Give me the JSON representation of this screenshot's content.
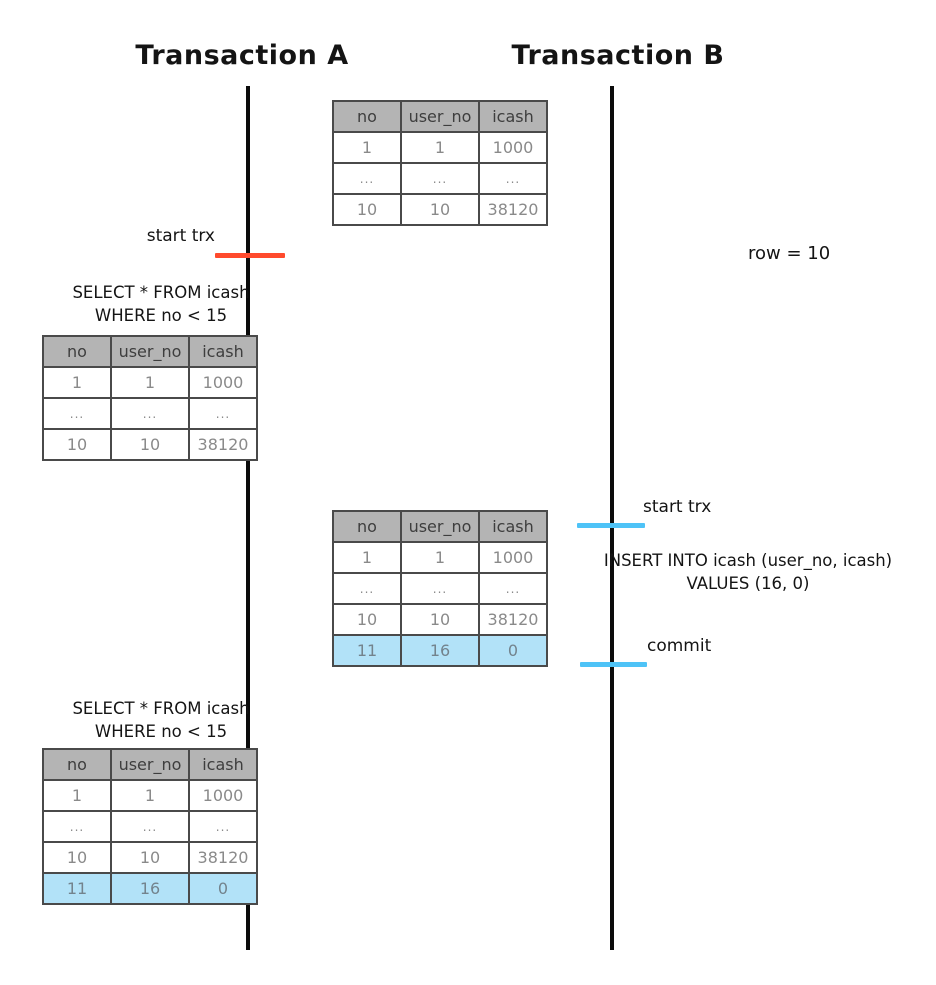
{
  "titles": {
    "transaction_a": "Transaction A",
    "transaction_b": "Transaction B"
  },
  "labels": {
    "start_trx_a": "start trx",
    "start_trx_b": "start trx",
    "commit_b": "commit",
    "row_note": "row = 10"
  },
  "queries": {
    "select_line1": "SELECT * FROM icash",
    "select_line2": "WHERE no < 15",
    "insert_line1": "INSERT INTO icash (user_no, icash)",
    "insert_line2": "VALUES (16, 0)"
  },
  "tables": {
    "headers": [
      "no",
      "user_no",
      "icash"
    ],
    "base_rows": [
      [
        "1",
        "1",
        "1000"
      ],
      [
        "...",
        "...",
        "..."
      ],
      [
        "10",
        "10",
        "38120"
      ]
    ],
    "inserted_row": [
      "11",
      "16",
      "0"
    ]
  },
  "colors": {
    "timeline": "#0b0b0b",
    "red_marker": "#ff4a2d",
    "blue_marker": "#4ec3f7",
    "row_highlight": "#b2e2f8",
    "table_header_bg": "#b4b4b4",
    "table_border": "#4a4a4a",
    "cell_text": "#8a8a8a",
    "header_text": "#3e3e3e",
    "label_text": "#141414"
  }
}
